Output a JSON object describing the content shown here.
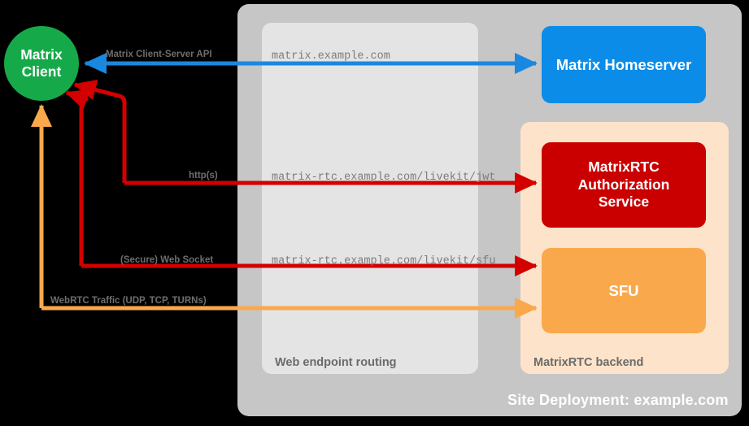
{
  "diagram": {
    "title": "MatrixRTC deployment architecture",
    "site_deployment": {
      "label": "Site Deployment: example.com",
      "color": "#c6c6c6"
    },
    "web_endpoint_routing": {
      "label": "Web endpoint routing",
      "color": "#e4e4e4"
    },
    "matrixrtc_backend": {
      "label": "MatrixRTC backend",
      "color": "#fde3c9"
    },
    "nodes": {
      "matrix_client": {
        "label": "Matrix\nClient",
        "line1": "Matrix",
        "line2": "Client",
        "color": "#16a94a"
      },
      "matrix_homeserver": {
        "label": "Matrix Homeserver",
        "color": "#0b8ce8"
      },
      "matrixrtc_auth": {
        "line1": "MatrixRTC",
        "line2": "Authorization",
        "line3": "Service",
        "color": "#ca0000"
      },
      "sfu": {
        "label": "SFU",
        "color": "#f9a94c"
      }
    },
    "urls": {
      "matrix": "matrix.example.com",
      "jwt": "matrix-rtc.example.com/livekit/jwt",
      "sfu": "matrix-rtc.example.com/livekit/sfu"
    },
    "protocols": {
      "client_server_api": "Matrix Client-Server API",
      "http": "http(s)",
      "websocket": "(Secure) Web Socket",
      "webrtc": "WebRTC Traffic (UDP, TCP, TURNs)"
    },
    "connection_colors": {
      "client_server_api": "#1a88e0",
      "http": "#d40000",
      "websocket": "#d40000",
      "webrtc": "#f9a94c"
    }
  }
}
